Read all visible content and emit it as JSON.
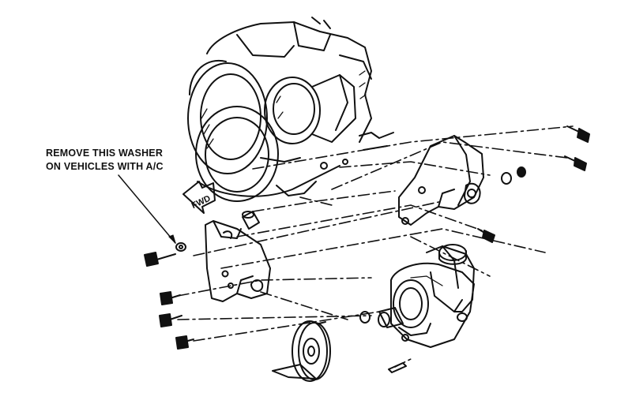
{
  "diagram": {
    "callout_line1": "REMOVE THIS WASHER",
    "callout_line2": "ON VEHICLES WITH A/C",
    "direction_label": "FWD"
  },
  "colors": {
    "ink": "#111111",
    "paper": "#ffffff"
  },
  "parts": [
    "engine-block",
    "mounting-bracket-right",
    "front-bracket",
    "power-steering-pump",
    "reservoir",
    "pulley",
    "bolts",
    "washers",
    "spacer",
    "dashed-alignment-lines"
  ]
}
